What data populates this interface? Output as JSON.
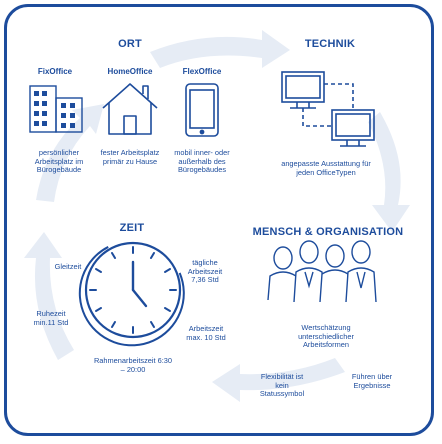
{
  "colors": {
    "blue": "#1d4c9c",
    "arrow": "#e4eaf4"
  },
  "ort": {
    "title": "ORT",
    "items": [
      {
        "label": "FixOffice",
        "desc": "persönlicher Arbeitsplatz im Bürogebäude",
        "icon": "office-building-icon"
      },
      {
        "label": "HomeOffice",
        "desc": "fester Arbeitsplatz primär zu Hause",
        "icon": "house-icon"
      },
      {
        "label": "FlexOffice",
        "desc": "mobil inner- oder außerhalb des Bürogebäudes",
        "icon": "tablet-icon"
      }
    ]
  },
  "technik": {
    "title": "TECHNIK",
    "desc": "angepasste Ausstattung für jeden OfficeTypen",
    "icon": "connected-monitors-icon"
  },
  "mensch": {
    "title": "MENSCH & ORGANISATION",
    "desc": "Wertschätzung unterschiedlicher Arbeitsformen",
    "icon": "people-group-icon",
    "notes": [
      "Flexibilität ist kein Statussymbol",
      "Führen über Ergebnisse"
    ]
  },
  "zeit": {
    "title": "ZEIT",
    "icon": "clock-icon",
    "labels": {
      "gleitzeit": "Gleitzeit",
      "taeglich": "tägliche Arbeitszeit 7,36 Std",
      "ruhezeit": "Ruhezeit min.11 Std",
      "arbeitszeit": "Arbeitszeit max. 10 Std",
      "rahmen": "Rahmenarbeitszeit 6:30 – 20:00"
    }
  }
}
